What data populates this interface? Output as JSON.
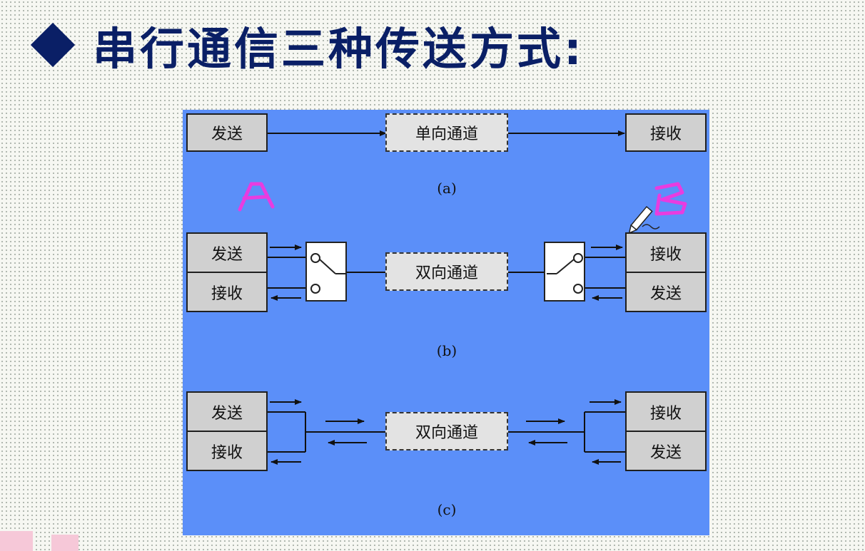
{
  "title": "串行通信三种传送方式:",
  "diagram_a": {
    "left_box": "发送",
    "channel": "单向通道",
    "right_box": "接收",
    "caption": "(a)"
  },
  "diagram_b": {
    "left_top": "发送",
    "left_bottom": "接收",
    "channel": "双向通道",
    "right_top": "接收",
    "right_bottom": "发送",
    "caption": "(b)"
  },
  "diagram_c": {
    "left_top": "发送",
    "left_bottom": "接收",
    "channel": "双向通道",
    "right_top": "接收",
    "right_bottom": "发送",
    "caption": "(c)"
  },
  "annotations": {
    "left_mark": "A",
    "right_mark": "B",
    "mark_color": "#e83ce0"
  },
  "colors": {
    "title": "#0a1f66",
    "panel": "#5b8ff9"
  }
}
